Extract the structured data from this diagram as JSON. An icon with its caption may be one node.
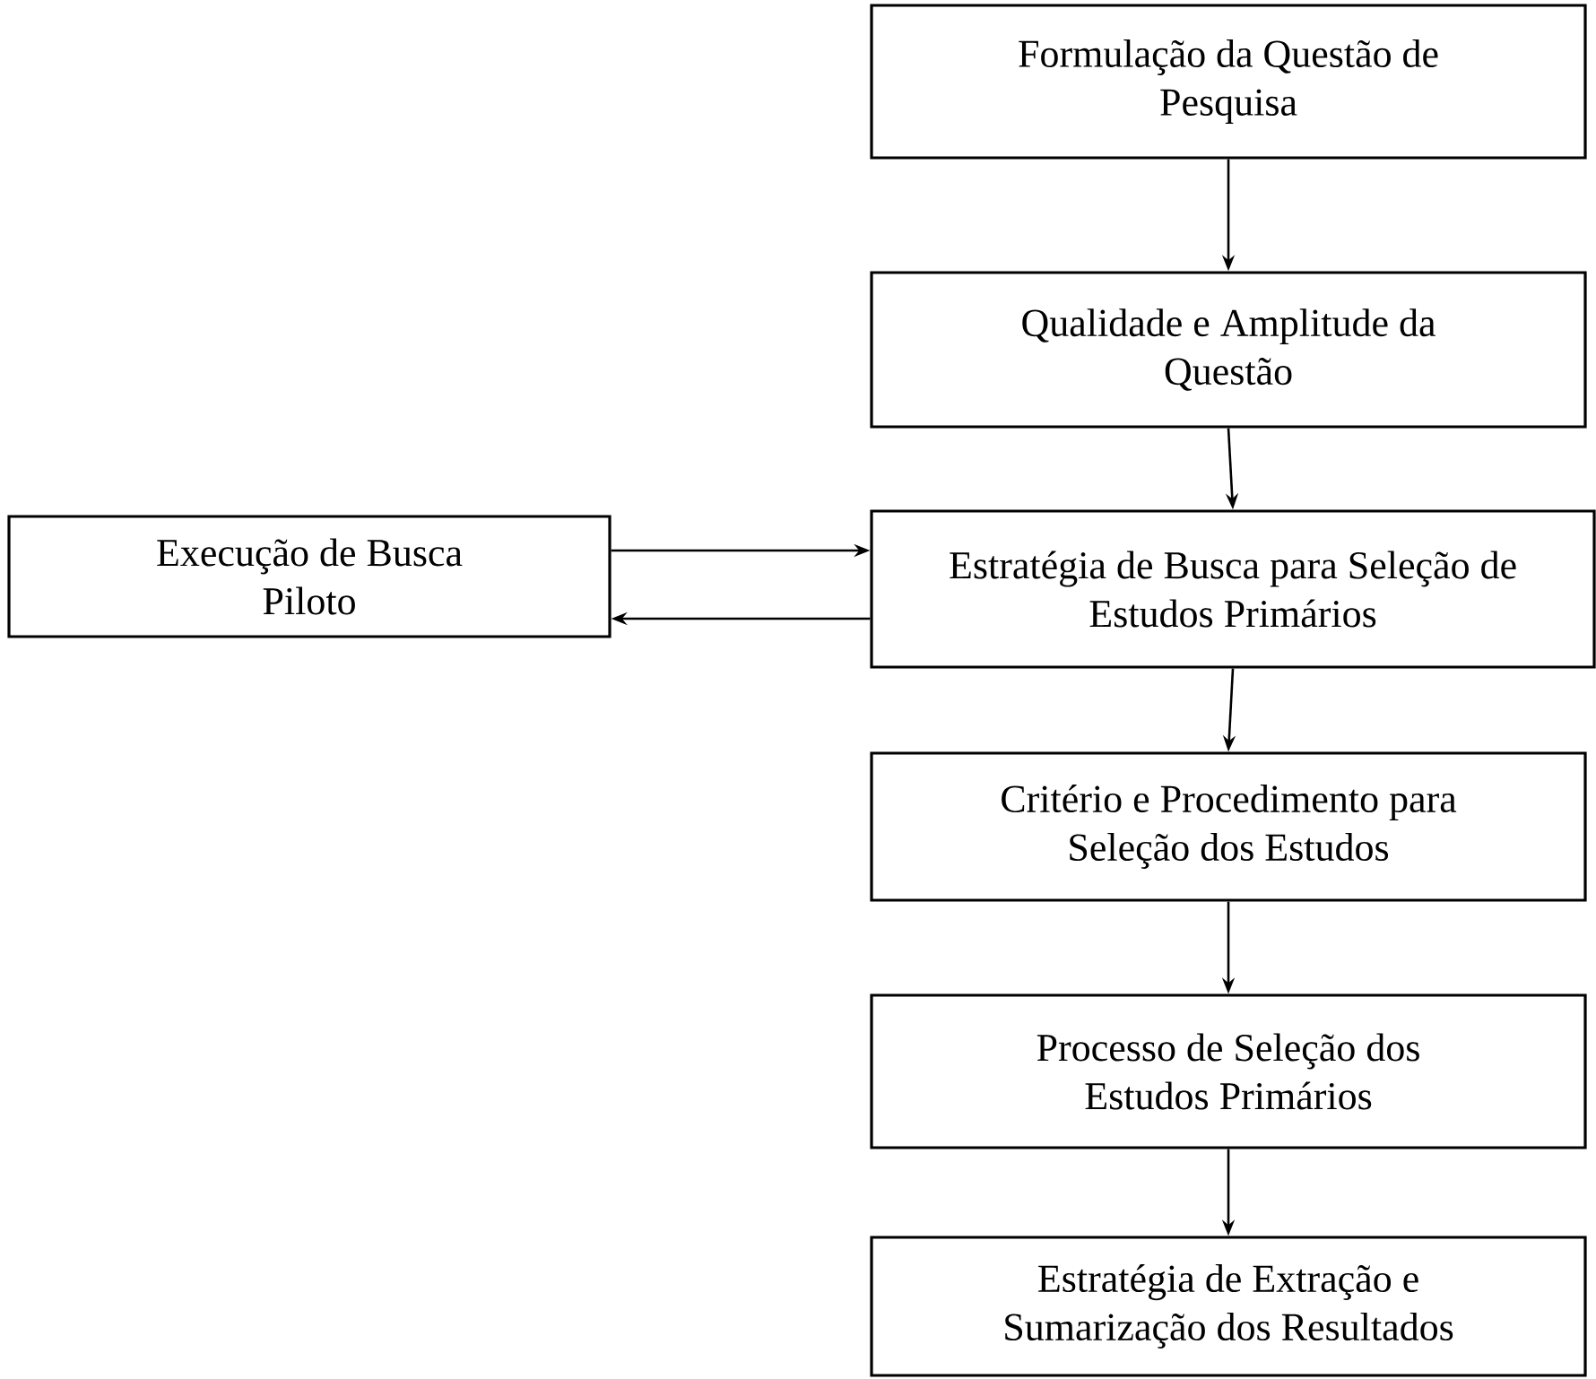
{
  "diagram": {
    "nodes": [
      {
        "text": [
          "Formulação da Questão de Pesquisa"
        ]
      },
      {
        "text": [
          "Qualidade e Amplitude da Questão"
        ]
      },
      {
        "text": [
          "Execução de Busca Piloto"
        ]
      },
      {
        "text": [
          "Estratégia de Busca para Seleção de Estudos Primários"
        ]
      },
      {
        "text": [
          "Critério e Procedimento para Seleção dos Estudos"
        ]
      },
      {
        "text": [
          "Processo de Seleção dos Estudos Primários"
        ]
      },
      {
        "text": [
          "Estratégia de Extração e Sumarização dos Resultados"
        ]
      }
    ],
    "edges": [
      {
        "from": 0,
        "to": 1,
        "arrow": "to"
      },
      {
        "from": 1,
        "to": 3,
        "arrow": "to"
      },
      {
        "from": 2,
        "to": 3,
        "arrow": "to"
      },
      {
        "from": 3,
        "to": 2,
        "arrow": "to"
      },
      {
        "from": 3,
        "to": 4,
        "arrow": "to"
      },
      {
        "from": 4,
        "to": 5,
        "arrow": "to"
      },
      {
        "from": 5,
        "to": 6,
        "arrow": "to"
      }
    ]
  }
}
